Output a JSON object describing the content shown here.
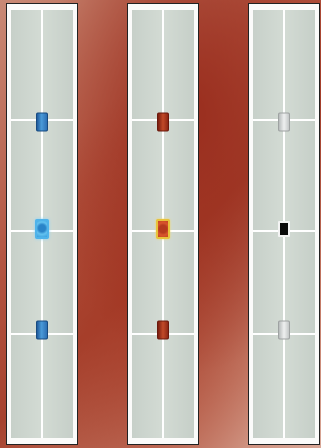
{
  "panels": [
    {
      "indicators": [
        {
          "position": "upper",
          "color": "blue",
          "state": "off"
        },
        {
          "position": "middle",
          "color": "blue",
          "state": "lit"
        },
        {
          "position": "lower",
          "color": "blue",
          "state": "off"
        }
      ]
    },
    {
      "indicators": [
        {
          "position": "upper",
          "color": "red",
          "state": "off"
        },
        {
          "position": "middle",
          "color": "red",
          "state": "lit"
        },
        {
          "position": "lower",
          "color": "red",
          "state": "off"
        }
      ]
    },
    {
      "indicators": [
        {
          "position": "upper",
          "color": "gray",
          "state": "off"
        },
        {
          "position": "middle",
          "color": "black",
          "state": "lit"
        },
        {
          "position": "lower",
          "color": "gray",
          "state": "off"
        }
      ]
    }
  ],
  "colors": {
    "background": "#b25440",
    "panel_fill": "#d3dbd4",
    "panel_frame": "#fbfbfa",
    "blue": "#2c6fb4",
    "red": "#c24a28",
    "gray": "#c4c7c7",
    "black": "#0b0b0b",
    "lit_outline_blue": "#4fb3ea",
    "lit_outline_red": "#e8c23a"
  }
}
